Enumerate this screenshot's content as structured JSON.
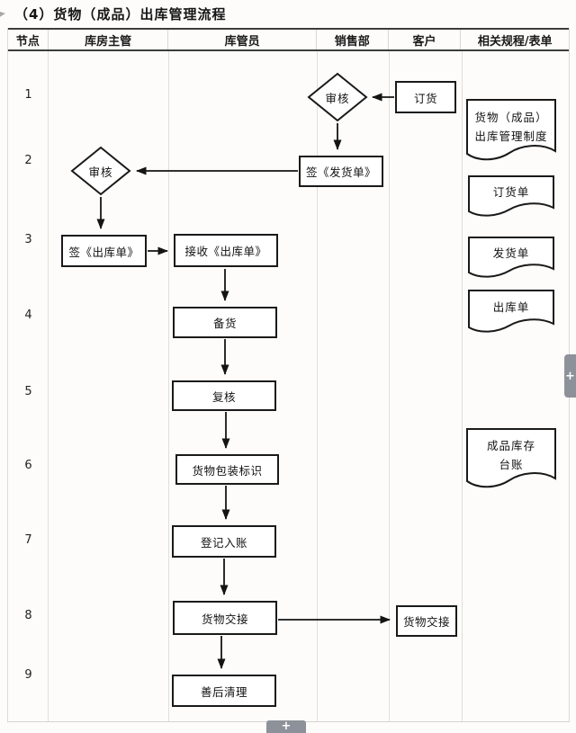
{
  "title": "（4）货物（成品）出库管理流程",
  "table": {
    "headers": [
      "节点",
      "库房主管",
      "库管员",
      "销售部",
      "客户",
      "相关规程/表单"
    ],
    "node_numbers": [
      "1",
      "2",
      "3",
      "4",
      "5",
      "6",
      "7",
      "8",
      "9"
    ]
  },
  "flow": {
    "review_sales": "审核",
    "order": "订货",
    "review_supervisor": "审核",
    "sign_shipping_note": "签《发货单》",
    "sign_outbound_note": "签《出库单》",
    "receive_outbound_note": "接收《出库单》",
    "prepare_goods": "备货",
    "recheck": "复核",
    "package_marking": "货物包装标识",
    "register_account": "登记入账",
    "handover_keeper": "货物交接",
    "handover_customer": "货物交接",
    "cleanup": "善后清理"
  },
  "documents": {
    "outbound_policy": [
      "货物（成品）",
      "出库管理制度"
    ],
    "order_form": "订货单",
    "shipping_note": "发货单",
    "outbound_note": "出库单",
    "inventory_ledger": [
      "成品库存",
      "台账"
    ]
  },
  "floating_buttons": {
    "right_plus": "+",
    "bottom_plus": "+"
  },
  "colors": {
    "shape_border": "#1a1a1a",
    "grid_line": "#d9d7d3",
    "header_line": "#3d3d3d",
    "plus_button_bg": "#8d9199"
  }
}
